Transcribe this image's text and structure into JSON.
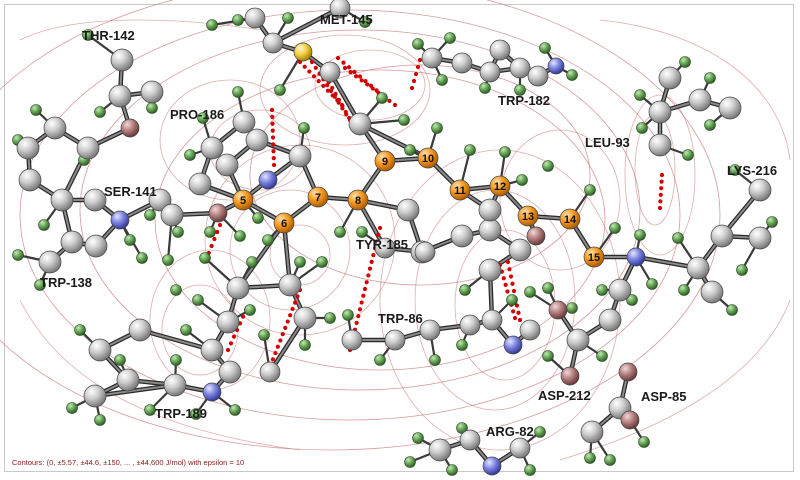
{
  "residues": [
    {
      "id": "thr142",
      "label": "THR-142"
    },
    {
      "id": "met145",
      "label": "MET-145"
    },
    {
      "id": "trp182",
      "label": "TRP-182"
    },
    {
      "id": "pro186",
      "label": "PRO-186"
    },
    {
      "id": "leu93",
      "label": "LEU-93"
    },
    {
      "id": "ser141",
      "label": "SER-141"
    },
    {
      "id": "lys216",
      "label": "LYS-216"
    },
    {
      "id": "tyr185",
      "label": "TYR-185"
    },
    {
      "id": "trp138",
      "label": "TRP-138"
    },
    {
      "id": "trp86",
      "label": "TRP-86"
    },
    {
      "id": "asp212",
      "label": "ASP-212"
    },
    {
      "id": "asp85",
      "label": "ASP-85"
    },
    {
      "id": "trp189",
      "label": "TRP-189"
    },
    {
      "id": "arg82",
      "label": "ARG-82"
    }
  ],
  "chain_atom_numbers": [
    "5",
    "6",
    "7",
    "8",
    "9",
    "10",
    "11",
    "12",
    "13",
    "14",
    "15"
  ],
  "caption": "Contours: (0, ±5.57, ±44.6, ±150, ... , ±44,600 J/mol) with epsilon = 10",
  "colors": {
    "carbon": "#b9b9b9",
    "hydrogen": "#5f9e4f",
    "nitrogen": "#6f78d8",
    "oxygen": "#b07878",
    "sulfur": "#f0cc30",
    "chain_atom": "#f59a22",
    "contour": "#c87878",
    "interaction": "#d40000"
  }
}
